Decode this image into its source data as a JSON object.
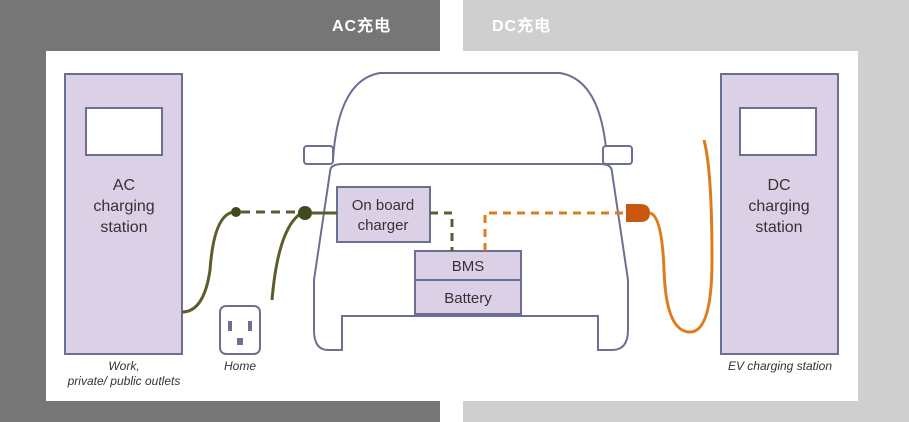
{
  "headers": {
    "ac": "AC充电",
    "dc": "DC充电"
  },
  "diagram": {
    "ac_station": [
      "AC",
      "charging",
      "station"
    ],
    "dc_station": [
      "DC",
      "charging",
      "station"
    ],
    "on_board_charger": [
      "On board",
      "charger"
    ],
    "bms": "BMS",
    "battery": "Battery",
    "caption_work": [
      "Work,",
      "private/ public outlets"
    ],
    "caption_home": "Home",
    "caption_ev": "EV charging station"
  },
  "colors": {
    "left_panel": "#767676",
    "right_panel": "#cfcfcf",
    "station_fill": "#dcd0e6",
    "outline": "#6b6f94",
    "ac_cable": "#5f5c2c",
    "dc_cable": "#e07b1a"
  }
}
